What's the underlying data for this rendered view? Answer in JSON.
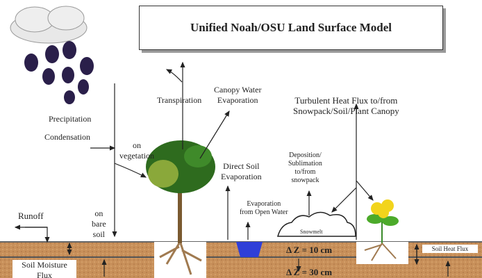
{
  "title": "Unified Noah/OSU Land Surface Model",
  "labels": {
    "precipitation": "Precipitation",
    "condensation": "Condensation",
    "on_vegetation": "on\nvegetation",
    "on_bare_soil": "on\nbare\nsoil",
    "transpiration": "Transpiration",
    "canopy_water_evap": "Canopy Water\nEvaporation",
    "direct_soil_evap": "Direct Soil\nEvaporation",
    "open_water_evap": "Evaporation\nfrom Open Water",
    "deposition": "Deposition/\nSublimation\nto/from\nsnowpack",
    "turbulent": "Turbulent Heat Flux to/from\nSnowpack/Soil/Plant Canopy",
    "snowmelt": "Snowmelt",
    "runoff": "Runoff",
    "soil_moisture_flux": "Soil Moisture\nFlux",
    "soil_heat_flux": "Soil Heat Flux",
    "dz1": "Δ Z = 10 cm",
    "dz2": "Δ Z = 30 cm"
  },
  "colors": {
    "soil": "#c8905a",
    "water": "#2f3fd8",
    "rain": "#2a1f4a",
    "foliage": "#2e6b1e",
    "flower": "#f2d41c"
  }
}
